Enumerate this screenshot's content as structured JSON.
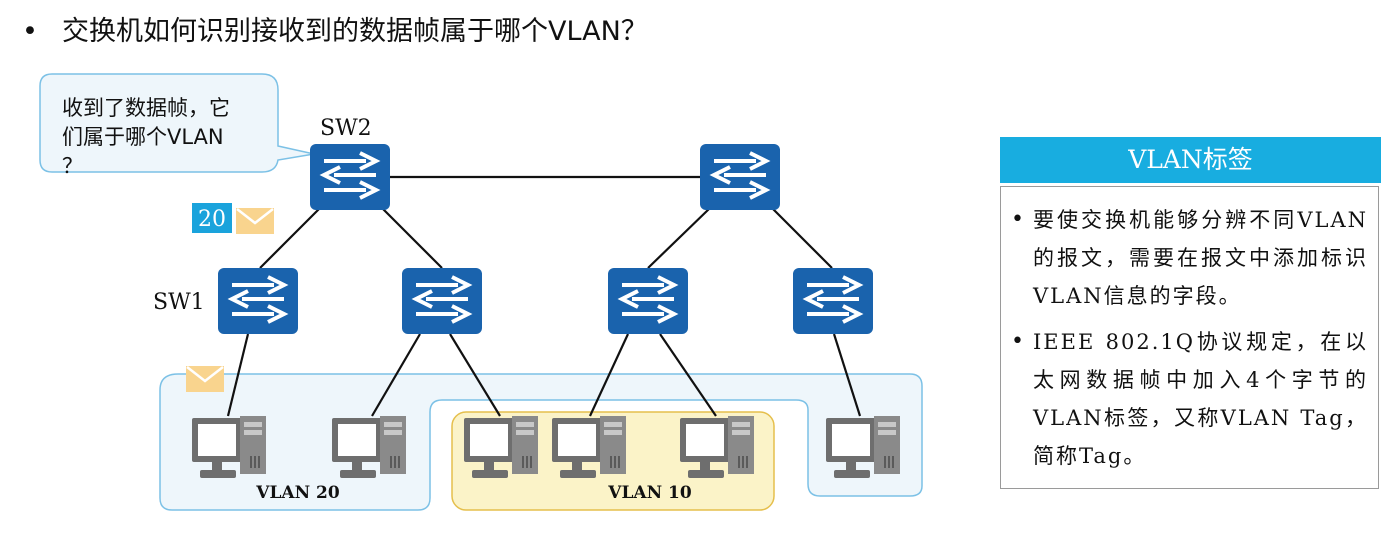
{
  "title": "交换机如何识别接收到的数据帧属于哪个VLAN？",
  "bullet": "•",
  "bubble": {
    "line1": "收到了数据帧，它",
    "line2": "们属于哪个VLAN",
    "line3": "？"
  },
  "labels": {
    "sw2": "SW2",
    "sw1": "SW1",
    "vlan20": "VLAN 20",
    "vlan10": "VLAN 10",
    "tag": "20"
  },
  "panel": {
    "header": "VLAN标签",
    "item1": "要使交换机能够分辨不同VLAN的报文，需要在报文中添加标识VLAN信息的字段。",
    "item2": "IEEE 802.1Q协议规定，在以太网数据帧中加入4个字节的VLAN标签，又称VLAN Tag，简称Tag。"
  },
  "colors": {
    "switch": "#1a63ad",
    "tag": "#1aa3dc",
    "envelope": "#f9d48e",
    "vlan20_fill": "#eef6fb",
    "vlan20_stroke": "#7cc1e6",
    "vlan10_fill": "#fbf3c8",
    "vlan10_stroke": "#e5bf4c",
    "panel_header": "#18ade0"
  },
  "icons": [
    "switch-icon",
    "pc-icon",
    "envelope-icon"
  ]
}
